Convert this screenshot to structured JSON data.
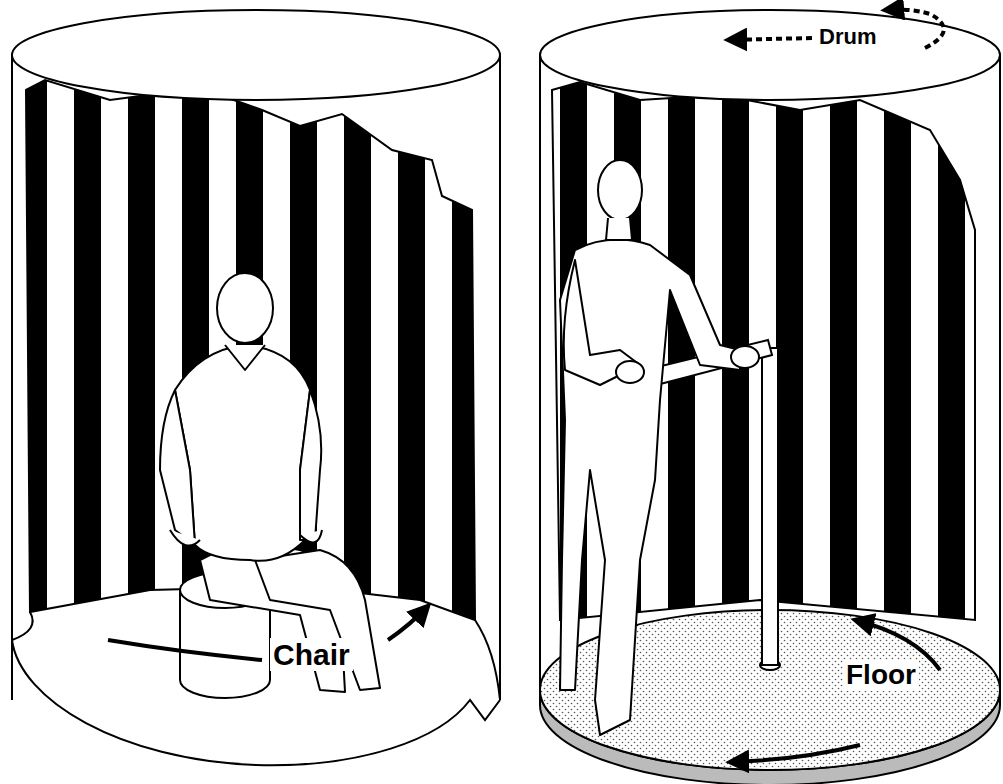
{
  "diagram": {
    "labels": [
      "Chair",
      "Drum",
      "Floor"
    ]
  }
}
